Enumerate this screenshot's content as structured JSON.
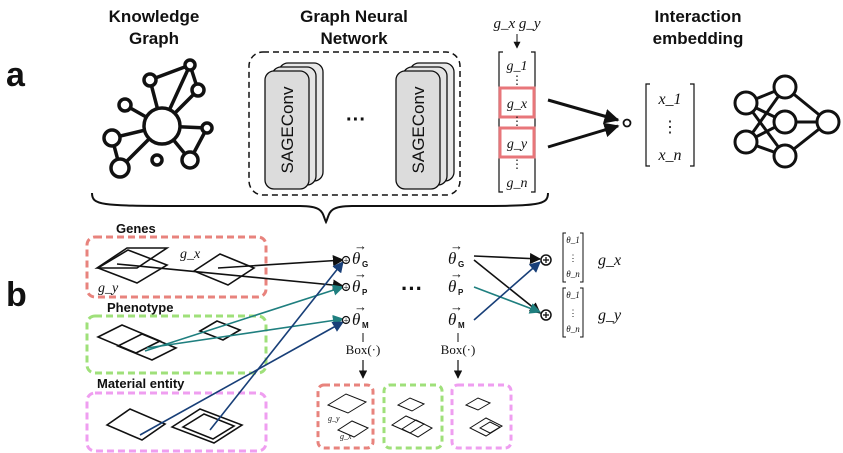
{
  "panels": {
    "a": "a",
    "b": "b"
  },
  "headers": {
    "knowledge_graph": [
      "Knowledge",
      "Graph"
    ],
    "gnn": [
      "Graph Neural",
      "Network"
    ],
    "interaction": [
      "Interaction",
      "embedding"
    ]
  },
  "gnn": {
    "layer_label": "SAGEConv",
    "ellipsis": "···"
  },
  "vector": {
    "top_label": "g_x  g_y",
    "entries": [
      "g_1",
      "g_x",
      "g_y",
      "g_n"
    ]
  },
  "output_vector": {
    "entries": [
      "x_1",
      "x_n"
    ]
  },
  "groups": [
    "Genes",
    "Phenotype",
    "Material entity"
  ],
  "gene_labels": {
    "gx": "g_x",
    "gy": "g_y"
  },
  "thetas": {
    "G": "G",
    "P": "P",
    "M": "M"
  },
  "box_func": "Box(·)",
  "theta_vec": [
    "θ_1",
    "θ_n"
  ],
  "outputs": [
    "g_x",
    "g_y"
  ],
  "colors": {
    "gene_dash": "#e8837d",
    "pheno_dash": "#9fe07a",
    "material_dash": "#ef9ef0",
    "highlight": "#e8767a",
    "teal": "#1f7f7f",
    "navy": "#183f78"
  }
}
